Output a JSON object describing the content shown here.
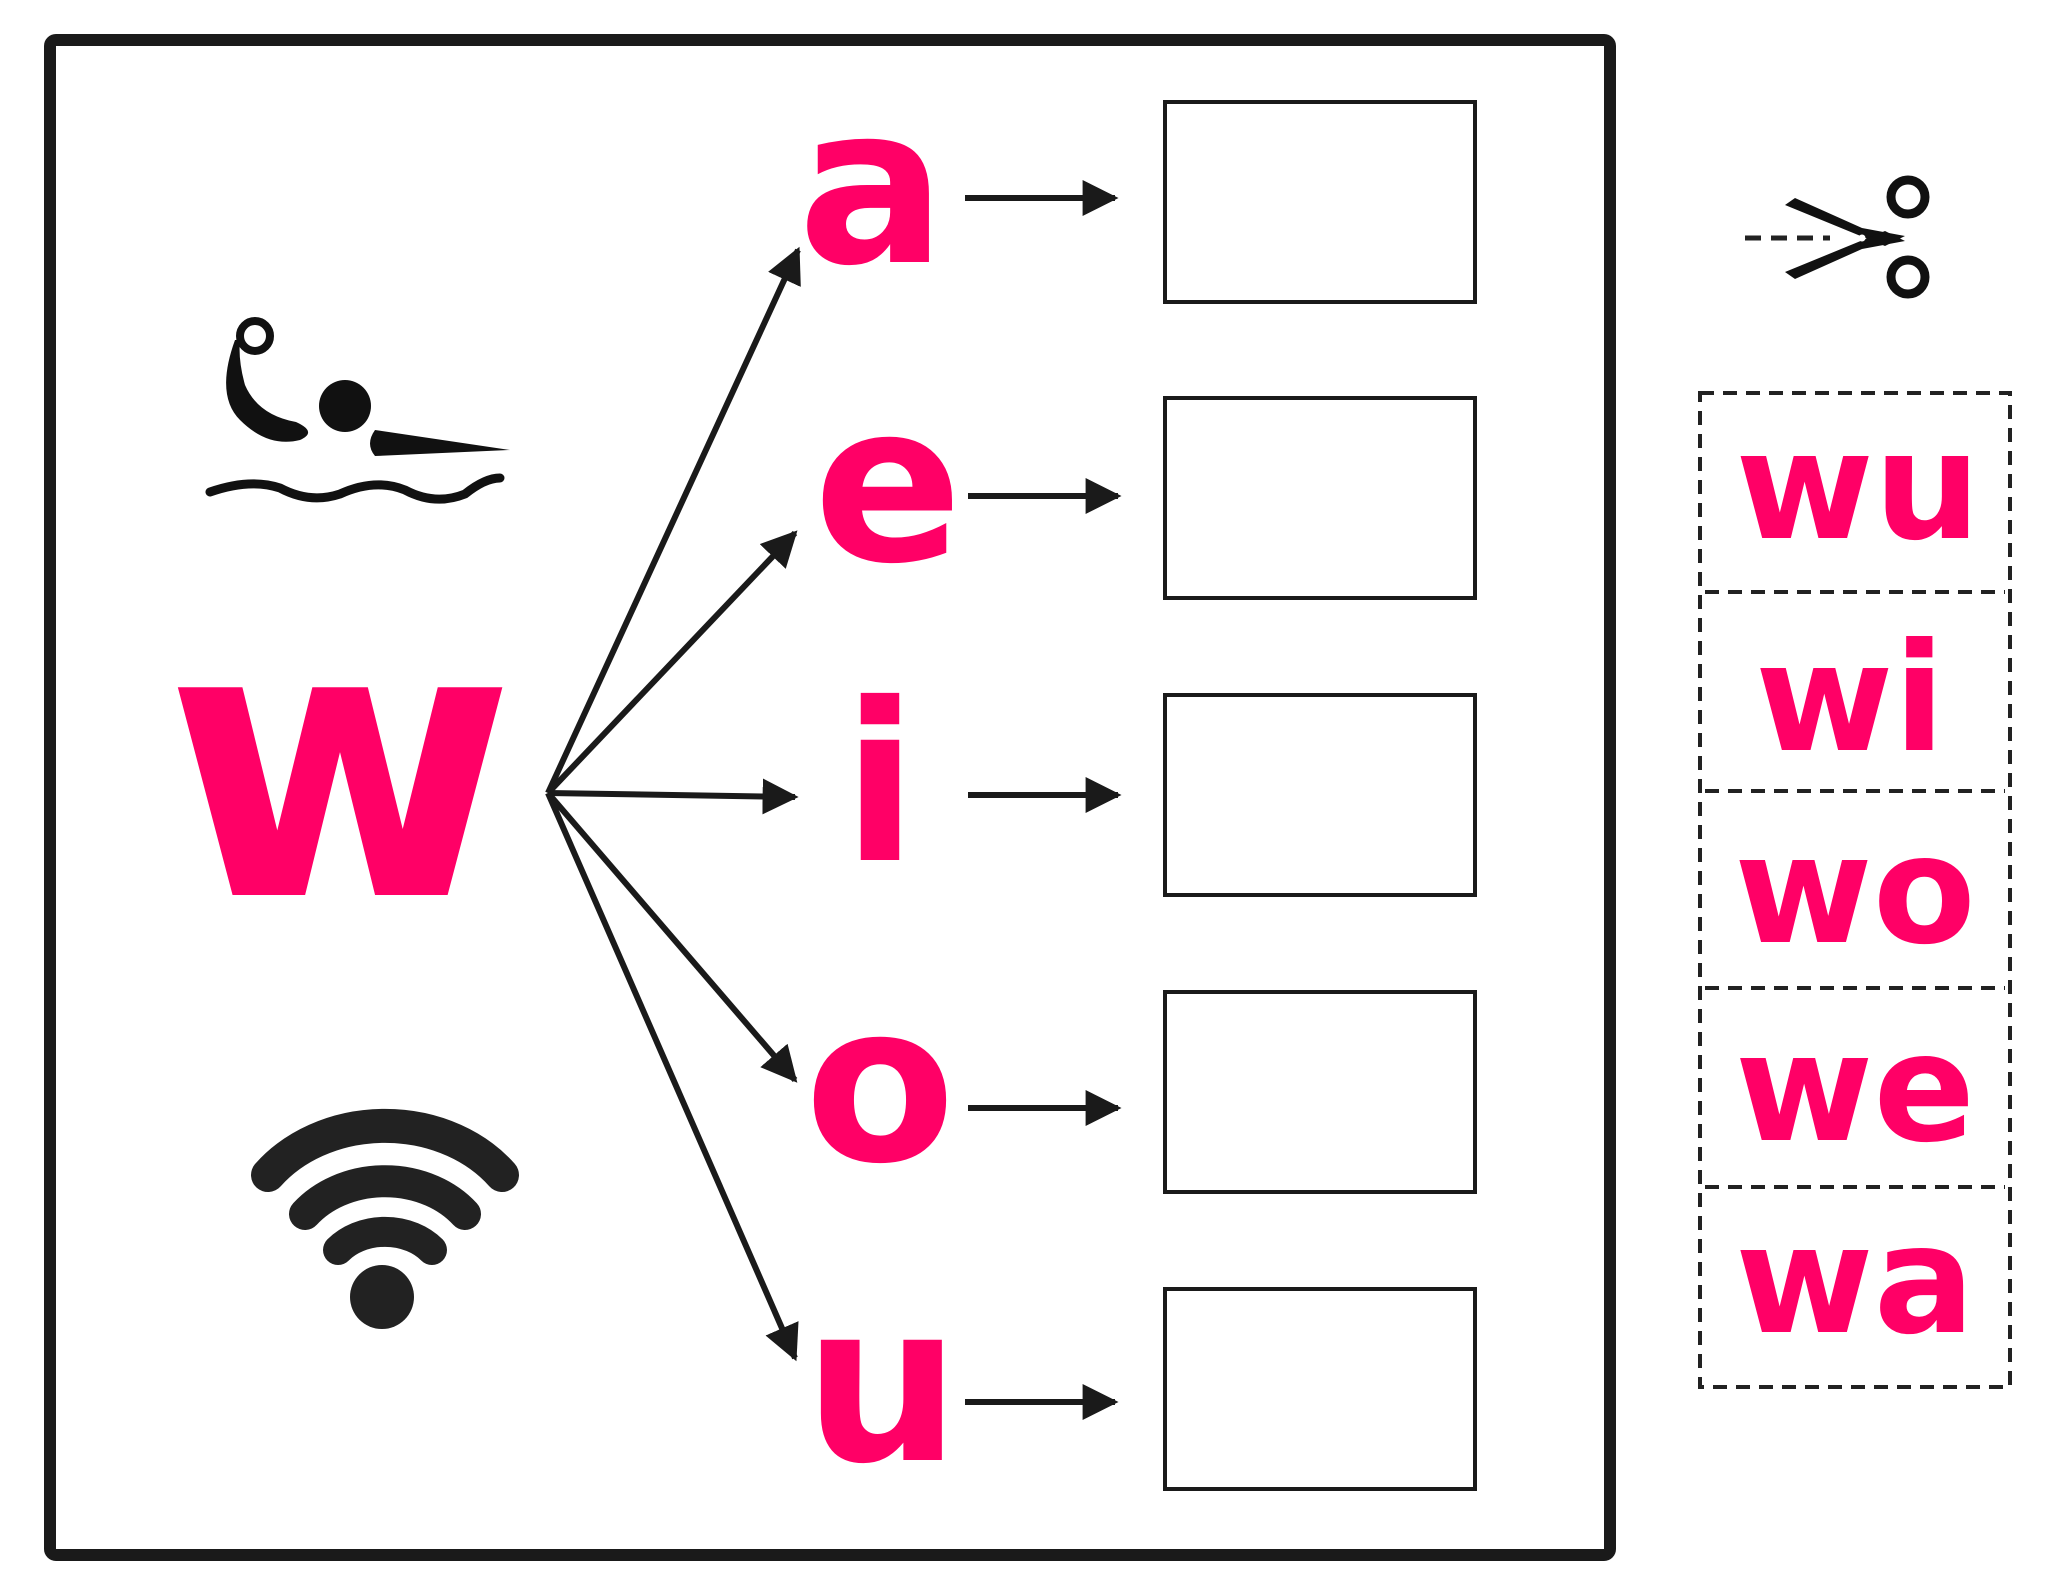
{
  "colors": {
    "accent": "#ff0066",
    "ink": "#1a1a1a",
    "paper": "#ffffff"
  },
  "consonant": "w",
  "vowels": [
    "a",
    "e",
    "i",
    "o",
    "u"
  ],
  "cutout_syllables": [
    "wu",
    "wi",
    "wo",
    "we",
    "wa"
  ],
  "icons": {
    "picture_1": "swimmer-icon",
    "picture_2": "wifi-icon",
    "cut_marker": "scissors-icon"
  }
}
